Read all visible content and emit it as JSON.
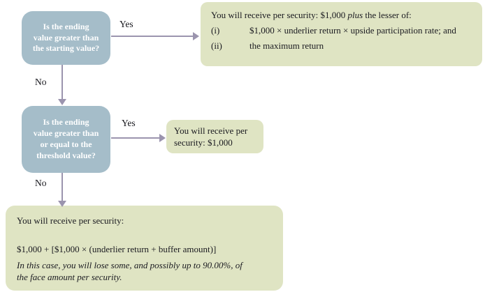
{
  "flow": {
    "decision1": {
      "text": "Is the ending\nvalue greater than\nthe starting value?"
    },
    "decision2": {
      "text": "Is the ending\nvalue greater than\nor equal to the\nthreshold value?"
    },
    "labels": {
      "yes1": "Yes",
      "no1": "No",
      "yes2": "Yes",
      "no2": "No"
    },
    "outcome1": {
      "intro_prefix": "You will receive per security: $1,000 ",
      "intro_italic": "plus",
      "intro_suffix": " the lesser of:",
      "items": [
        {
          "marker": "(i)",
          "text": "$1,000 × underlier return × upside participation rate; and"
        },
        {
          "marker": "(ii)",
          "text": "the maximum return"
        }
      ]
    },
    "outcome2": {
      "text": "You will receive per\nsecurity: $1,000"
    },
    "outcome3": {
      "line1": "You will receive per security:",
      "formula": "$1,000 + [$1,000 × (underlier return + buffer amount)]",
      "note_italic": "In this case, you will lose some, and possibly up to 90.00%, of\nthe face amount per security."
    },
    "colors": {
      "decision_fill": "#a5bdc9",
      "decision_text": "#ffffff",
      "outcome_fill": "#dfe4c3",
      "arrow": "#9b94ae",
      "text_dark": "#1a1a20"
    }
  }
}
